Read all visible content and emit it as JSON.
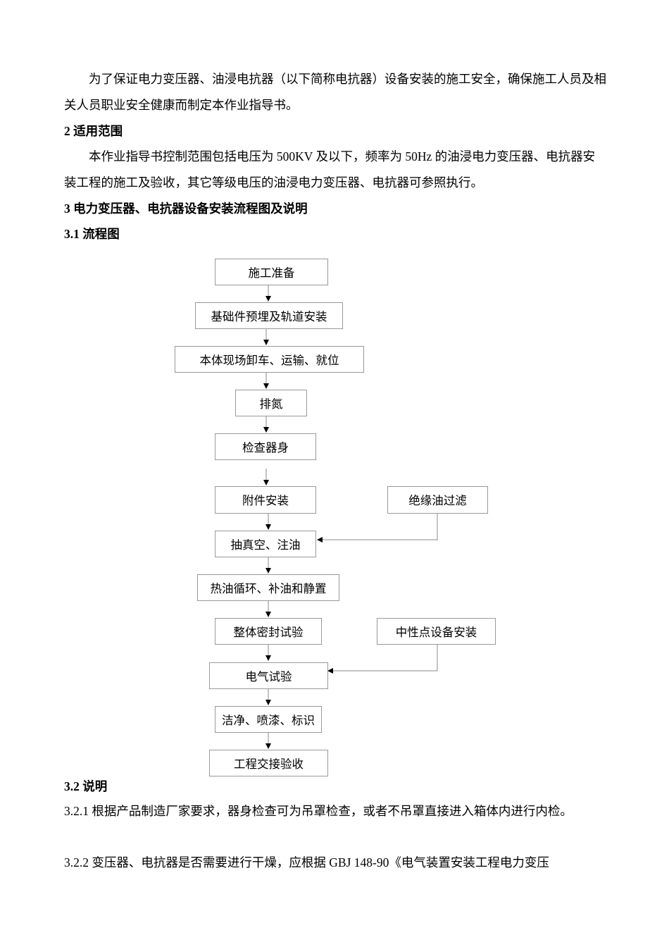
{
  "intro": "为了保证电力变压器、油浸电抗器（以下简称电抗器）设备安装的施工安全，确保施工人员及相关人员职业安全健康而制定本作业指导书。",
  "section2": {
    "heading": "2 适用范围",
    "body": "本作业指导书控制范围包括电压为 500KV 及以下，频率为 50Hz 的油浸电力变压器、电抗器安装工程的施工及验收，其它等级电压的油浸电力变压器、电抗器可参照执行。"
  },
  "section3": {
    "heading": "3 电力变压器、电抗器设备安装流程图及说明"
  },
  "section31": {
    "heading": "3.1 流程图"
  },
  "flow": {
    "steps": [
      "施工准备",
      "基础件预埋及轨道安装",
      "本体现场卸车、运输、就位",
      "排氮",
      "检查器身",
      "附件安装",
      "抽真空、注油",
      "热油循环、补油和静置",
      "整体密封试验",
      "电气试验",
      "洁净、喷漆、标识",
      "工程交接验收"
    ],
    "side": [
      "绝缘油过滤",
      "中性点设备安装"
    ]
  },
  "section32": {
    "heading": "3.2  说明",
    "p1": "3.2.1  根据产品制造厂家要求，器身检查可为吊罩检查，或者不吊罩直接进入箱体内进行内检。",
    "p2": "3.2.2  变压器、电抗器是否需要进行干燥，应根据 GBJ 148-90《电气装置安装工程电力变压"
  }
}
